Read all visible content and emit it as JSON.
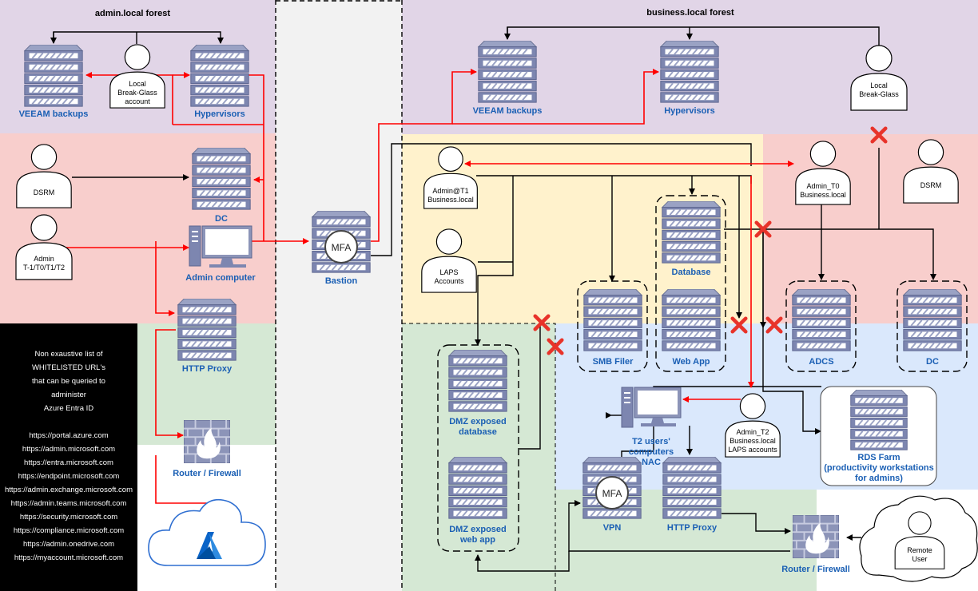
{
  "zones": {
    "admin_forest_title": "admin.local forest",
    "business_forest_title": "business.local forest"
  },
  "sidebar": {
    "intro_lines": [
      "Non exaustive list of",
      "WHITELISTED URL's",
      "that can be queried to",
      "administer",
      "Azure Entra ID"
    ],
    "urls": [
      "https://portal.azure.com",
      "https://admin.microsoft.com",
      "https://entra.microsoft.com",
      "https://endpoint.microsoft.com",
      "https://admin.exchange.microsoft.com",
      "https://admin.teams.microsoft.com",
      "https://security.microsoft.com",
      "https://compliance.microsoft.com",
      "https://admin.onedrive.com",
      "https://myaccount.microsoft.com"
    ]
  },
  "nodes": {
    "admin_veeam": "VEEAM backups",
    "admin_breakglass": [
      "Local",
      "Break-Glass",
      "account"
    ],
    "admin_hypervisors": "Hypervisors",
    "admin_dsrm": "DSRM",
    "admin_dc": "DC",
    "admin_user": [
      "Admin",
      "T-1/T0/T1/T2"
    ],
    "admin_computer": "Admin computer",
    "http_proxy_admin": "HTTP Proxy",
    "router_admin": "Router / Firewall",
    "mfa_badge": "MFA",
    "bastion": "Bastion",
    "biz_veeam": "VEEAM backups",
    "biz_hypervisors": "Hypervisors",
    "biz_breakglass": [
      "Local",
      "Break-Glass"
    ],
    "admin_t1": [
      "Admin@T1",
      "Business.local"
    ],
    "laps": [
      "LAPS",
      "Accounts"
    ],
    "database": "Database",
    "admin_t0": [
      "Admin_T0",
      "Business.local"
    ],
    "biz_dsrm": "DSRM",
    "smb_filer": "SMB Filer",
    "web_app": "Web App",
    "adcs": "ADCS",
    "biz_dc": "DC",
    "dmz_database": [
      "DMZ exposed",
      "database"
    ],
    "dmz_webapp": [
      "DMZ exposed",
      "web app"
    ],
    "t2_computers": [
      "T2 users'",
      "computers",
      "NAC"
    ],
    "admin_t2": [
      "Admin_T2",
      "Business.local",
      "LAPS accounts"
    ],
    "rds_farm": [
      "RDS Farm",
      "(productivity workstations",
      "for admins)"
    ],
    "vpn": "VPN",
    "vpn_badge": "MFA",
    "http_proxy_biz": "HTTP Proxy",
    "router_biz": "Router / Firewall",
    "remote_user": [
      "Remote",
      "User"
    ]
  },
  "colors": {
    "admin_forest_bg": "#e1d5e7",
    "tier0_bg": "#f8cecc",
    "tier1_bg": "#fff2cc",
    "tier2_bg": "#dae8fc",
    "dmz_bg": "#d5e8d4",
    "label_blue": "#1a5fb4",
    "red_link": "#ff0000",
    "deny_x": "#e8332a"
  }
}
